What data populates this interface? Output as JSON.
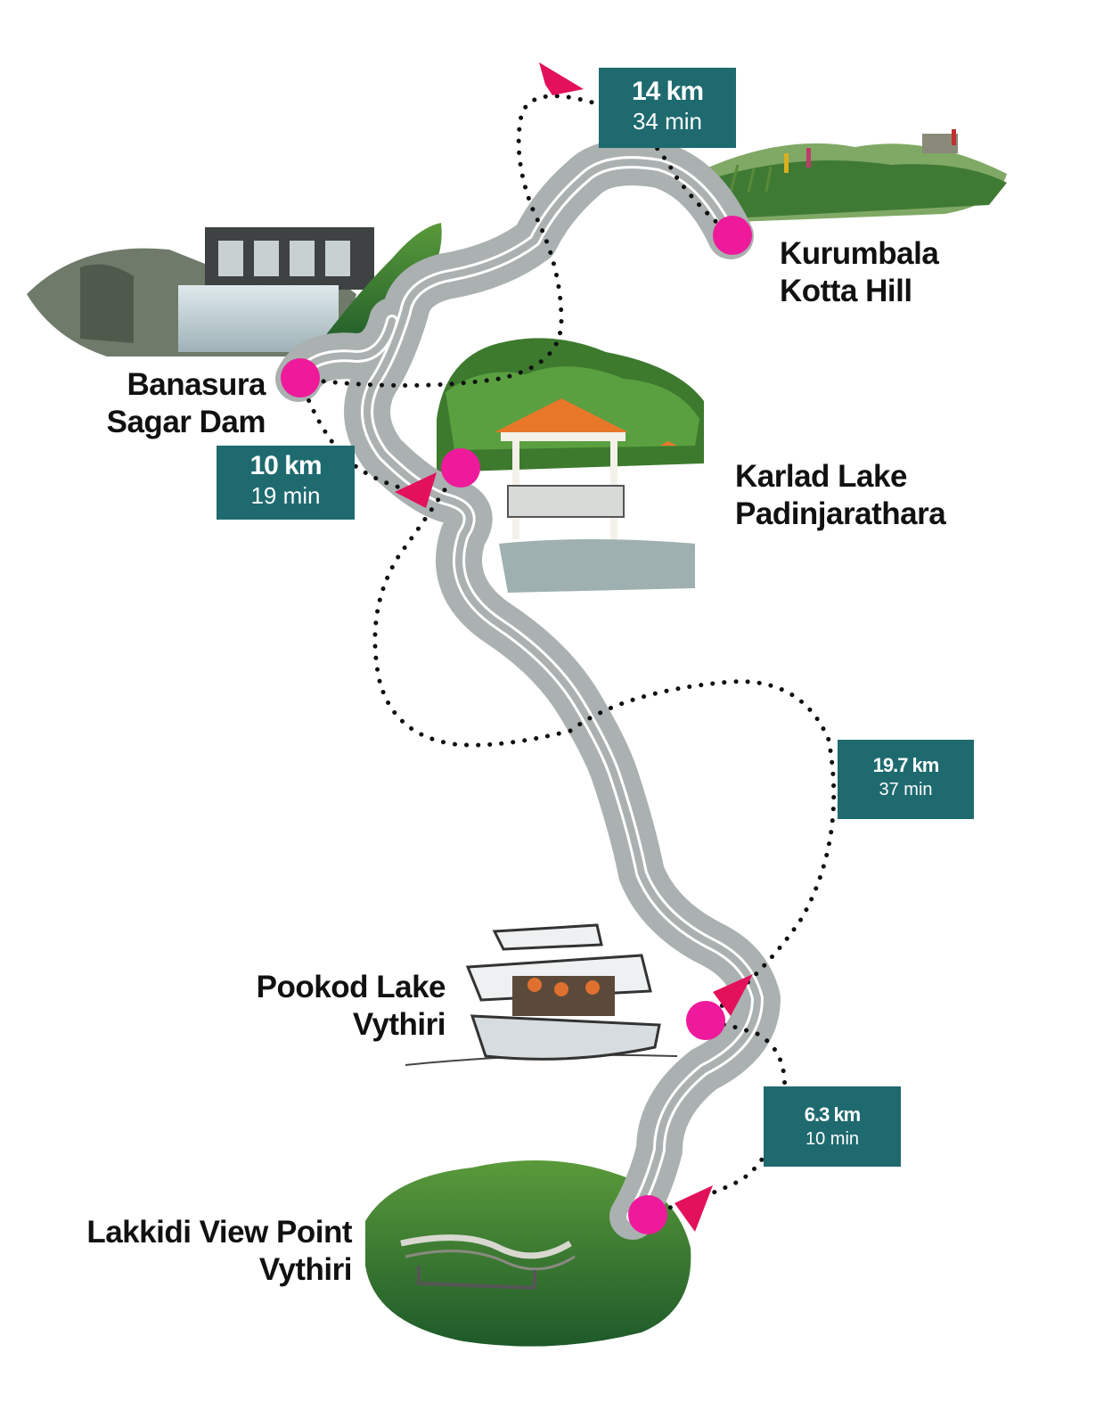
{
  "map": {
    "route_color": "#e2115a",
    "stop_color": "#ee1a9b",
    "badge_color": "#1e6a6f",
    "road_color": "#b6bcbb",
    "places": [
      {
        "id": "kurumbala",
        "lines": [
          "Kurumbala",
          "Kotta Hill"
        ]
      },
      {
        "id": "banasura",
        "lines": [
          "Banasura",
          "Sagar Dam"
        ]
      },
      {
        "id": "karlad",
        "lines": [
          "Karlad Lake",
          "Padinjarathara"
        ]
      },
      {
        "id": "pookod",
        "lines": [
          "Pookod Lake",
          "Vythiri"
        ]
      },
      {
        "id": "lakkidi",
        "lines": [
          "Lakkidi View Point",
          "Vythiri"
        ]
      }
    ],
    "legs": [
      {
        "id": "leg-kurumbala",
        "distance": "14 km",
        "time": "34 min"
      },
      {
        "id": "leg-karlad",
        "distance": "10 km",
        "time": "19 min"
      },
      {
        "id": "leg-pookod",
        "distance": "19.7 km",
        "time": "37 min"
      },
      {
        "id": "leg-lakkidi",
        "distance": "6.3 km",
        "time": "10 min"
      }
    ]
  }
}
